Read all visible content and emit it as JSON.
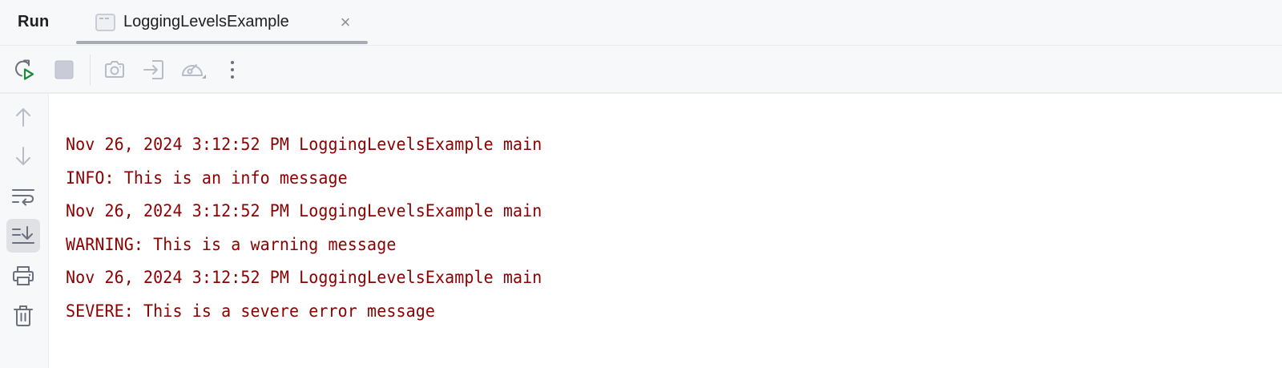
{
  "tool_window": {
    "title": "Run"
  },
  "tabs": [
    {
      "label": "LoggingLevelsExample",
      "icon": "console-window-icon",
      "active": true,
      "close_icon": "×"
    }
  ],
  "toolbar": {
    "buttons": [
      {
        "name": "rerun",
        "icon": "rerun-icon",
        "tooltip": "Rerun",
        "enabled": true
      },
      {
        "name": "stop",
        "icon": "stop-icon",
        "tooltip": "Stop",
        "enabled": false
      },
      {
        "name": "dump-threads",
        "icon": "camera-icon",
        "tooltip": "Dump Threads",
        "enabled": false
      },
      {
        "name": "exit",
        "icon": "exit-icon",
        "tooltip": "Exit",
        "enabled": false
      },
      {
        "name": "profiler",
        "icon": "gauge-icon",
        "tooltip": "Profiler",
        "enabled": false
      },
      {
        "name": "more",
        "icon": "more-vertical-icon",
        "tooltip": "More",
        "enabled": true
      }
    ]
  },
  "gutter": {
    "buttons": [
      {
        "name": "previous-occurrence",
        "icon": "arrow-up-icon",
        "enabled": false
      },
      {
        "name": "next-occurrence",
        "icon": "arrow-down-icon",
        "enabled": false
      },
      {
        "name": "soft-wrap",
        "icon": "soft-wrap-icon",
        "enabled": true
      },
      {
        "name": "scroll-to-end",
        "icon": "scroll-to-end-icon",
        "enabled": true,
        "active": true
      },
      {
        "name": "print",
        "icon": "printer-icon",
        "enabled": true
      },
      {
        "name": "clear-all",
        "icon": "trash-icon",
        "enabled": true
      }
    ]
  },
  "console": {
    "text_color": "#8b0000",
    "lines": [
      "Nov 26, 2024 3:12:52 PM LoggingLevelsExample main",
      "INFO: This is an info message",
      "Nov 26, 2024 3:12:52 PM LoggingLevelsExample main",
      "WARNING: This is a warning message",
      "Nov 26, 2024 3:12:52 PM LoggingLevelsExample main",
      "SEVERE: This is a severe error message"
    ]
  },
  "colors": {
    "panel_bg": "#f7f8fa",
    "console_bg": "#ffffff",
    "border": "#ebecf0",
    "icon_gray": "#6c707e",
    "icon_disabled": "#b8bcc8",
    "run_green": "#208a3c",
    "tab_underline": "#a8abb6"
  }
}
